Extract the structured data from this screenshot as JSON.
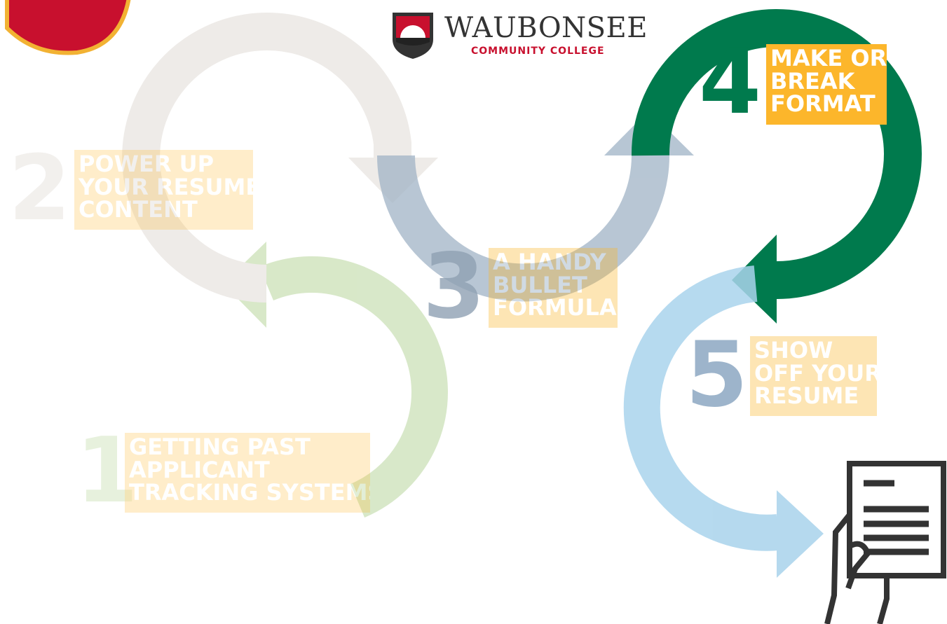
{
  "logo": {
    "name": "WAUBONSEE",
    "subtitle": "COMMUNITY COLLEGE",
    "shield_color": "#c8102e",
    "sub_color": "#c8102e"
  },
  "steps": [
    {
      "number": "1",
      "lines": [
        "GETTING PAST",
        "APPLICANT",
        "TRACKING SYSTEMS"
      ],
      "active": false,
      "color": "#d4e6c3"
    },
    {
      "number": "2",
      "lines": [
        "POWER UP",
        "YOUR RESUME",
        "CONTENT"
      ],
      "active": false,
      "color": "#eeebe8"
    },
    {
      "number": "3",
      "lines": [
        "A HANDY",
        "BULLET",
        "FORMULA"
      ],
      "active": false,
      "color": "#8fa1b3"
    },
    {
      "number": "4",
      "lines": [
        "MAKE OR",
        "BREAK",
        "FORMAT"
      ],
      "active": true,
      "color": "#007a4d"
    },
    {
      "number": "5",
      "lines": [
        "SHOW",
        "OFF YOUR",
        "RESUME"
      ],
      "active": false,
      "color": "#a9cbe4"
    }
  ],
  "colors": {
    "label_bg": "#fcb62b",
    "active_label_text": "#ffffff",
    "corner_red": "#c8102e",
    "document_icon": "#333333"
  },
  "icons": [
    "waubonsee-shield-icon",
    "document-in-hand-icon",
    "flow-arrow-icon"
  ]
}
